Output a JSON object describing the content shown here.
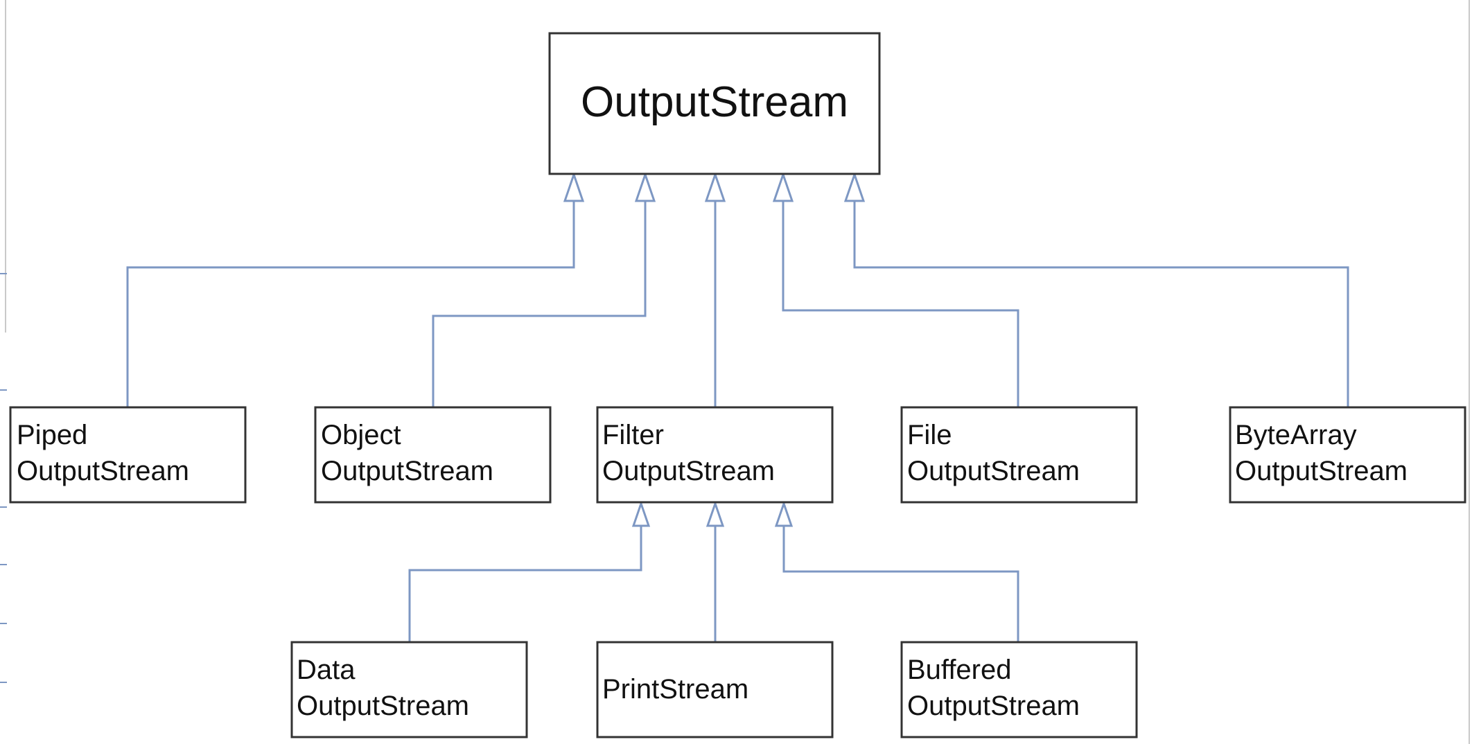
{
  "root": {
    "label": "OutputStream"
  },
  "children": [
    {
      "id": "piped",
      "lines": [
        "Piped",
        "OutputStream"
      ]
    },
    {
      "id": "object",
      "lines": [
        "Object",
        "OutputStream"
      ]
    },
    {
      "id": "filter",
      "lines": [
        "Filter",
        "OutputStream"
      ]
    },
    {
      "id": "file",
      "lines": [
        "File",
        "OutputStream"
      ]
    },
    {
      "id": "bytearray",
      "lines": [
        "ByteArray",
        "OutputStream"
      ]
    }
  ],
  "grandchildren": [
    {
      "id": "data",
      "lines": [
        "Data",
        "OutputStream"
      ]
    },
    {
      "id": "print",
      "lines": [
        "PrintStream"
      ]
    },
    {
      "id": "buffered",
      "lines": [
        "Buffered",
        "OutputStream"
      ]
    }
  ],
  "colors": {
    "connector": "#7d97c3",
    "box_border": "#333333"
  }
}
